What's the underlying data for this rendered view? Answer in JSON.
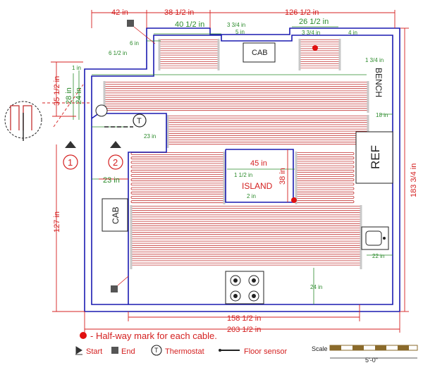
{
  "dimensions": {
    "top_42": "42 in",
    "top_38_5": "38 1/2 in",
    "top_126_5": "126 1/2 in",
    "top_40_5": "40 1/2 in",
    "top_3_75": "3 3/4 in",
    "top_5": "5 in",
    "top_26_5": "26 1/2 in",
    "top_3_75b": "3 3/4 in",
    "top_4": "4 in",
    "left_6": "6 in",
    "left_6_5": "6 1/2 in",
    "left_1": "1 in",
    "left_35_5": "35 1/2 in",
    "left_28": "28 in",
    "left_24": "24 in",
    "right_1_75": "1 3/4 in",
    "right_18": "18 in",
    "right_183_75": "183 3/4 in",
    "mid_23a": "23 in",
    "mid_23b": "23 in",
    "left_127": "127 in",
    "island_45": "45 in",
    "island_38": "38 in",
    "island_1_5": "1 1/2 in",
    "island_2": "2 in",
    "right_22": "22 in",
    "bottom_24": "24 in",
    "bottom_158_5": "158 1/2 in",
    "bottom_203_5": "203 1/2 in"
  },
  "labels": {
    "bench": "BENCH",
    "ref": "REF",
    "island": "ISLAND",
    "cab_top": "CAB",
    "cab_left": "CAB",
    "thermostat_symbol": "T",
    "marker_1": "1",
    "marker_2": "2"
  },
  "legend": {
    "halfway": "- Half-way mark for each cable.",
    "start": "Start",
    "end": "End",
    "thermostat": "Thermostat",
    "floor_sensor": "Floor sensor",
    "scale_label": "Scale",
    "scale_value": "5'-0\""
  },
  "colors": {
    "wall": "#1a1ab0",
    "cable": "#c23030",
    "dimension_red": "#d42020",
    "dimension_green": "#2a8a2a",
    "scale_bar": "#8a6a2a"
  }
}
